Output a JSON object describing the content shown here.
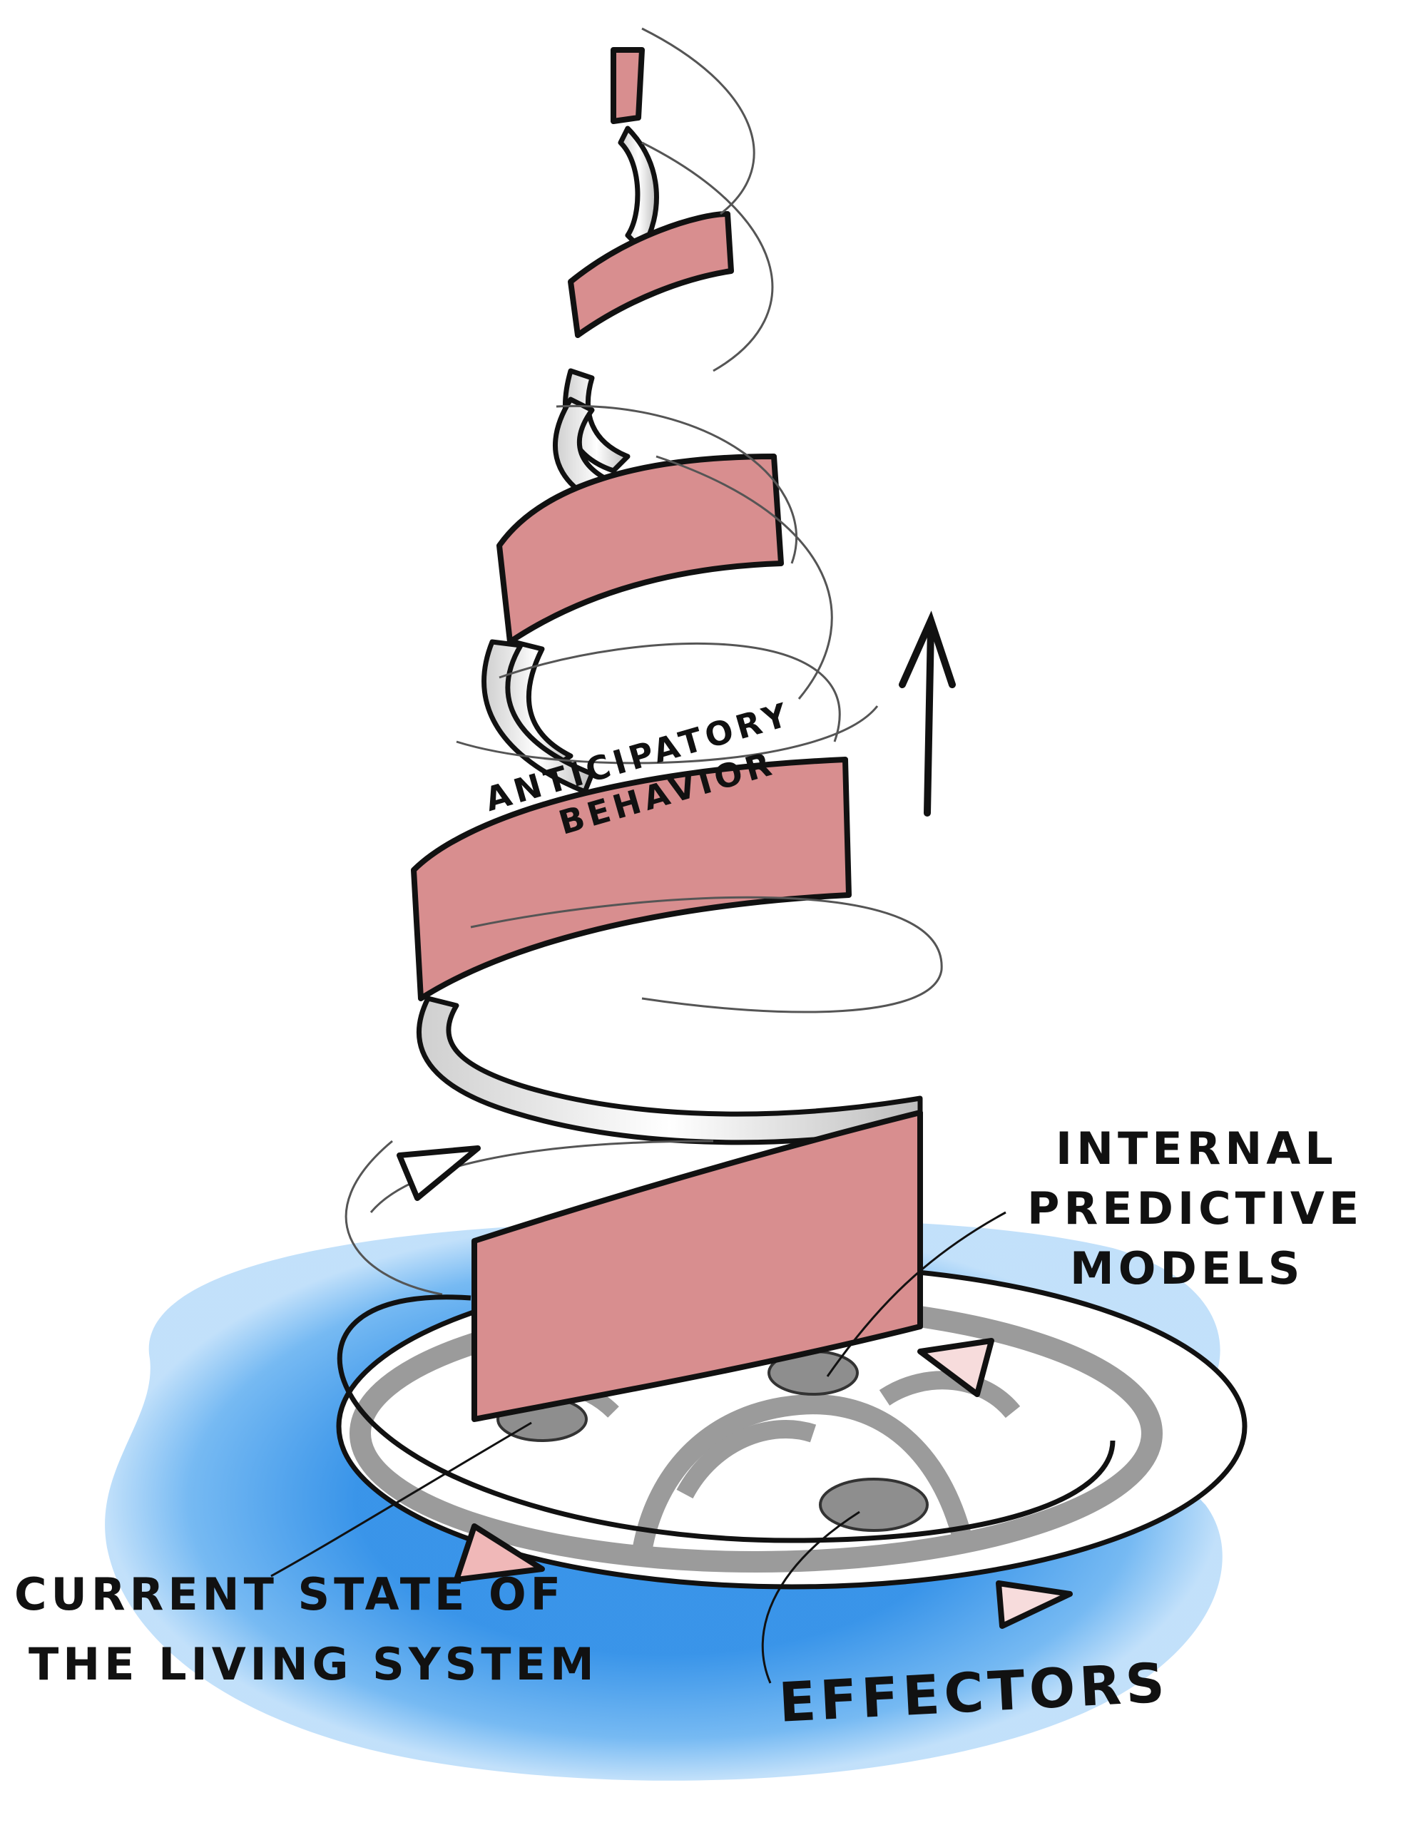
{
  "labels": {
    "internal_line1": "INTERNAL",
    "internal_line2": "PREDICTIVE",
    "internal_line3": "MODELS",
    "current_line1": "CURRENT STATE OF",
    "current_line2": "THE LIVING SYSTEM",
    "effectors": "EFFECTORS",
    "anticipatory_line1": "ANTICIPATORY",
    "anticipatory_line2": "BEHAVIOR"
  },
  "colors": {
    "ribbon_front": "#d88e8f",
    "ribbon_back": "#f4f4f4",
    "water": "#5aaaf0",
    "disc_ring": "#9b9b9b",
    "node": "#8e8e8e",
    "ink": "#111111"
  }
}
